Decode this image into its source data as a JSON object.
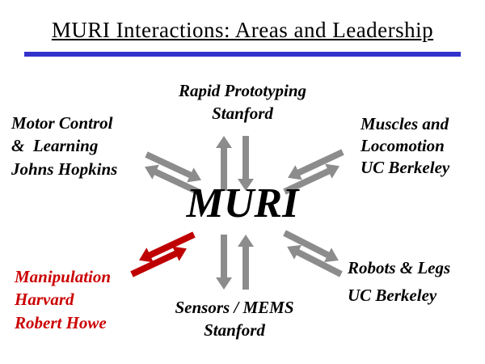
{
  "slide": {
    "title": "MURI Interactions: Areas and Leadership",
    "center_label": "MURI"
  },
  "colors": {
    "title_rule": "#3333cc",
    "arrow_gray": "#8c8c8c",
    "arrow_red": "#bf0000",
    "highlight_text": "#cc0000"
  },
  "nodes": {
    "top": {
      "line1": "Rapid Prototyping",
      "line2": "Stanford"
    },
    "upper_left": {
      "line1": "Motor Control",
      "line2": "&  Learning",
      "line3": "Johns Hopkins"
    },
    "upper_right": {
      "line1": "Muscles and",
      "line2": "Locomotion",
      "line3": "UC Berkeley"
    },
    "lower_left": {
      "line1": "Manipulation",
      "line2": "Harvard",
      "line3": "Robert Howe"
    },
    "bottom": {
      "line1": "Sensors / MEMS",
      "line2": "Stanford"
    },
    "lower_right": {
      "line1": "Robots & Legs",
      "line2": "UC Berkeley"
    }
  }
}
